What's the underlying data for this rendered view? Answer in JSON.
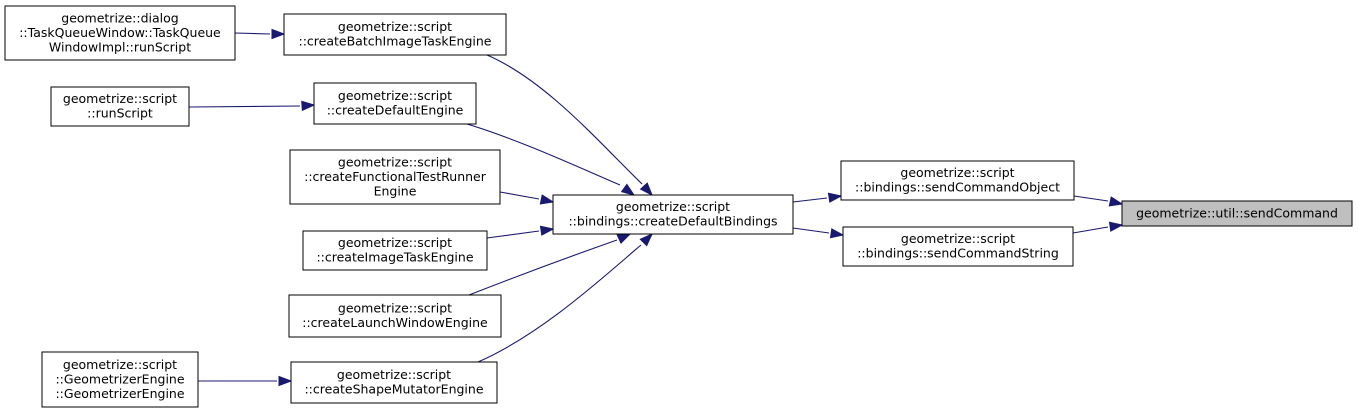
{
  "graph": {
    "nodes": [
      {
        "id": "sendCommand",
        "lines": [
          "geometrize::util::sendCommand"
        ],
        "highlight": true
      },
      {
        "id": "sendCommandObject",
        "lines": [
          "geometrize::script",
          "::bindings::sendCommandObject"
        ]
      },
      {
        "id": "sendCommandString",
        "lines": [
          "geometrize::script",
          "::bindings::sendCommandString"
        ]
      },
      {
        "id": "createDefaultBindings",
        "lines": [
          "geometrize::script",
          "::bindings::createDefaultBindings"
        ]
      },
      {
        "id": "createBatchImageTaskEngine",
        "lines": [
          "geometrize::script",
          "::createBatchImageTaskEngine"
        ]
      },
      {
        "id": "createDefaultEngine",
        "lines": [
          "geometrize::script",
          "::createDefaultEngine"
        ]
      },
      {
        "id": "createFunctionalTestRunnerEngine",
        "lines": [
          "geometrize::script",
          "::createFunctionalTestRunner",
          "Engine"
        ]
      },
      {
        "id": "createImageTaskEngine",
        "lines": [
          "geometrize::script",
          "::createImageTaskEngine"
        ]
      },
      {
        "id": "createLaunchWindowEngine",
        "lines": [
          "geometrize::script",
          "::createLaunchWindowEngine"
        ]
      },
      {
        "id": "createShapeMutatorEngine",
        "lines": [
          "geometrize::script",
          "::createShapeMutatorEngine"
        ]
      },
      {
        "id": "taskQueueRunScript",
        "lines": [
          "geometrize::dialog",
          "::TaskQueueWindow::TaskQueue",
          "WindowImpl::runScript"
        ]
      },
      {
        "id": "runScript",
        "lines": [
          "geometrize::script",
          "::runScript"
        ]
      },
      {
        "id": "geometrizerEngine",
        "lines": [
          "geometrize::script",
          "::GeometrizerEngine",
          "::GeometrizerEngine"
        ]
      }
    ],
    "edges": [
      {
        "from": "sendCommandObject",
        "to": "sendCommand"
      },
      {
        "from": "sendCommandString",
        "to": "sendCommand"
      },
      {
        "from": "createDefaultBindings",
        "to": "sendCommandObject"
      },
      {
        "from": "createDefaultBindings",
        "to": "sendCommandString"
      },
      {
        "from": "createBatchImageTaskEngine",
        "to": "createDefaultBindings"
      },
      {
        "from": "createDefaultEngine",
        "to": "createDefaultBindings"
      },
      {
        "from": "createFunctionalTestRunnerEngine",
        "to": "createDefaultBindings"
      },
      {
        "from": "createImageTaskEngine",
        "to": "createDefaultBindings"
      },
      {
        "from": "createLaunchWindowEngine",
        "to": "createDefaultBindings"
      },
      {
        "from": "createShapeMutatorEngine",
        "to": "createDefaultBindings"
      },
      {
        "from": "taskQueueRunScript",
        "to": "createBatchImageTaskEngine"
      },
      {
        "from": "runScript",
        "to": "createDefaultEngine"
      },
      {
        "from": "geometrizerEngine",
        "to": "createShapeMutatorEngine"
      }
    ]
  }
}
